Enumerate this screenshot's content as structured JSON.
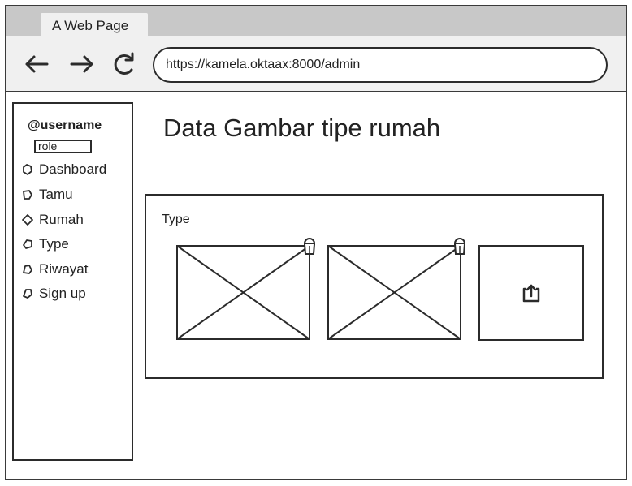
{
  "browser": {
    "tab_title": "A Web Page",
    "url": "https://kamela.oktaax:8000/admin",
    "nav": {
      "back_icon": "arrow-left-icon",
      "forward_icon": "arrow-right-icon",
      "reload_icon": "reload-icon"
    }
  },
  "sidebar": {
    "username": "@username",
    "role": "role",
    "items": [
      {
        "label": "Dashboard",
        "icon": "circle-icon"
      },
      {
        "label": "Tamu",
        "icon": "circle-icon"
      },
      {
        "label": "Rumah",
        "icon": "diamond-icon"
      },
      {
        "label": "Type",
        "icon": "circle-icon"
      },
      {
        "label": "Riwayat",
        "icon": "circle-icon"
      },
      {
        "label": "Sign up",
        "icon": "circle-icon"
      }
    ]
  },
  "main": {
    "title": "Data Gambar tipe rumah",
    "panel": {
      "label": "Type",
      "images": [
        {
          "kind": "image-placeholder",
          "action_icon": "trash-icon"
        },
        {
          "kind": "image-placeholder",
          "action_icon": "trash-icon"
        }
      ],
      "upload_icon": "upload-icon"
    }
  },
  "colors": {
    "ink": "#2b2b2b",
    "chrome": "#c8c8c8",
    "toolbar": "#f0f0f0",
    "background": "#ffffff"
  }
}
